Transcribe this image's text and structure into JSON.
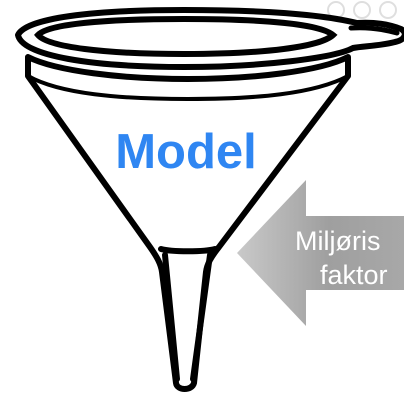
{
  "funnel": {
    "label": "Model",
    "label_color": "#2f86f2",
    "outline_color": "#000000",
    "fill_color": "#ffffff"
  },
  "arrow": {
    "line1": "Miljøris",
    "line2": "faktor",
    "fill_color": "#a6a6a6",
    "text_color": "#ffffff"
  },
  "icons": {
    "funnel": "funnel-icon",
    "arrow": "left-arrow-icon"
  }
}
